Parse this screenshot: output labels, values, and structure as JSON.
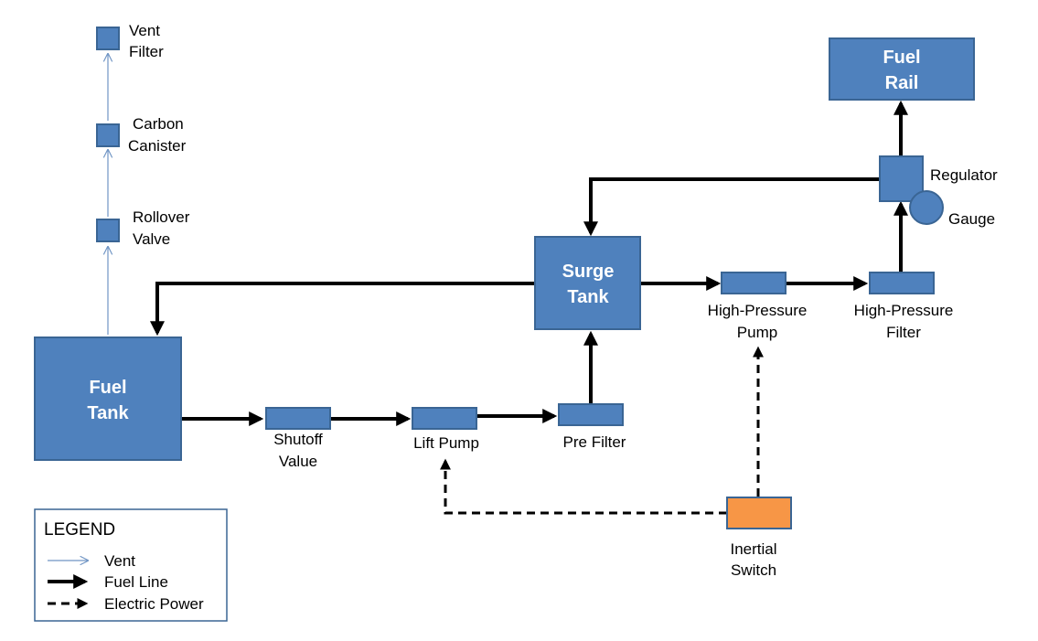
{
  "nodes": {
    "fuel_tank": [
      "Fuel",
      "Tank"
    ],
    "surge_tank": [
      "Surge",
      "Tank"
    ],
    "fuel_rail": [
      "Fuel",
      "Rail"
    ],
    "vent_filter": [
      "Vent",
      "Filter"
    ],
    "carbon_canister": [
      "Carbon",
      "Canister"
    ],
    "rollover_valve": [
      "Rollover",
      "Valve"
    ],
    "shutoff_valve": [
      "Shutoff",
      "Value"
    ],
    "lift_pump": [
      "Lift Pump"
    ],
    "pre_filter": [
      "Pre Filter"
    ],
    "high_pressure_pump": [
      "High-Pressure",
      "Pump"
    ],
    "high_pressure_filter": [
      "High-Pressure",
      "Filter"
    ],
    "regulator": [
      "Regulator"
    ],
    "gauge": [
      "Gauge"
    ],
    "inertial_switch": [
      "Inertial",
      "Switch"
    ]
  },
  "legend": {
    "title": "LEGEND",
    "vent": "Vent",
    "fuel_line": "Fuel Line",
    "electric_power": "Electric Power"
  },
  "colors": {
    "node_fill": "#4f81bd",
    "node_stroke": "#3a6594",
    "switch_fill": "#f79646",
    "vent_line": "#6f94c4",
    "fuel_line": "#000000"
  }
}
